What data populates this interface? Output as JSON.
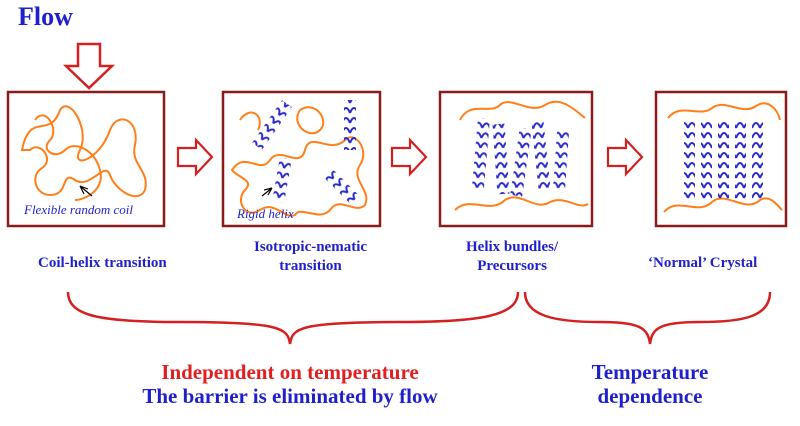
{
  "flow_label": "Flow",
  "stages": [
    {
      "label": "Coil-helix transition",
      "inner_label": "Flexible random coil"
    },
    {
      "label_line1": "Isotropic-nematic",
      "label_line2": "transition",
      "inner_label": "Rigid helix"
    },
    {
      "label_line1": "Helix bundles/",
      "label_line2": "Precursors"
    },
    {
      "label": "‘Normal’ Crystal"
    }
  ],
  "summary_left": {
    "line1": "Independent on temperature",
    "line2": "The barrier is eliminated by flow"
  },
  "summary_right": {
    "line1": "Temperature",
    "line2": "dependence"
  },
  "colors": {
    "frame": "#8b1a1a",
    "arrow": "#d42020",
    "coil": "#ff7f1a",
    "helix": "#2a2acc",
    "brace": "#d42020",
    "label_blue": "#1f1fcc",
    "label_red": "#e02020"
  }
}
